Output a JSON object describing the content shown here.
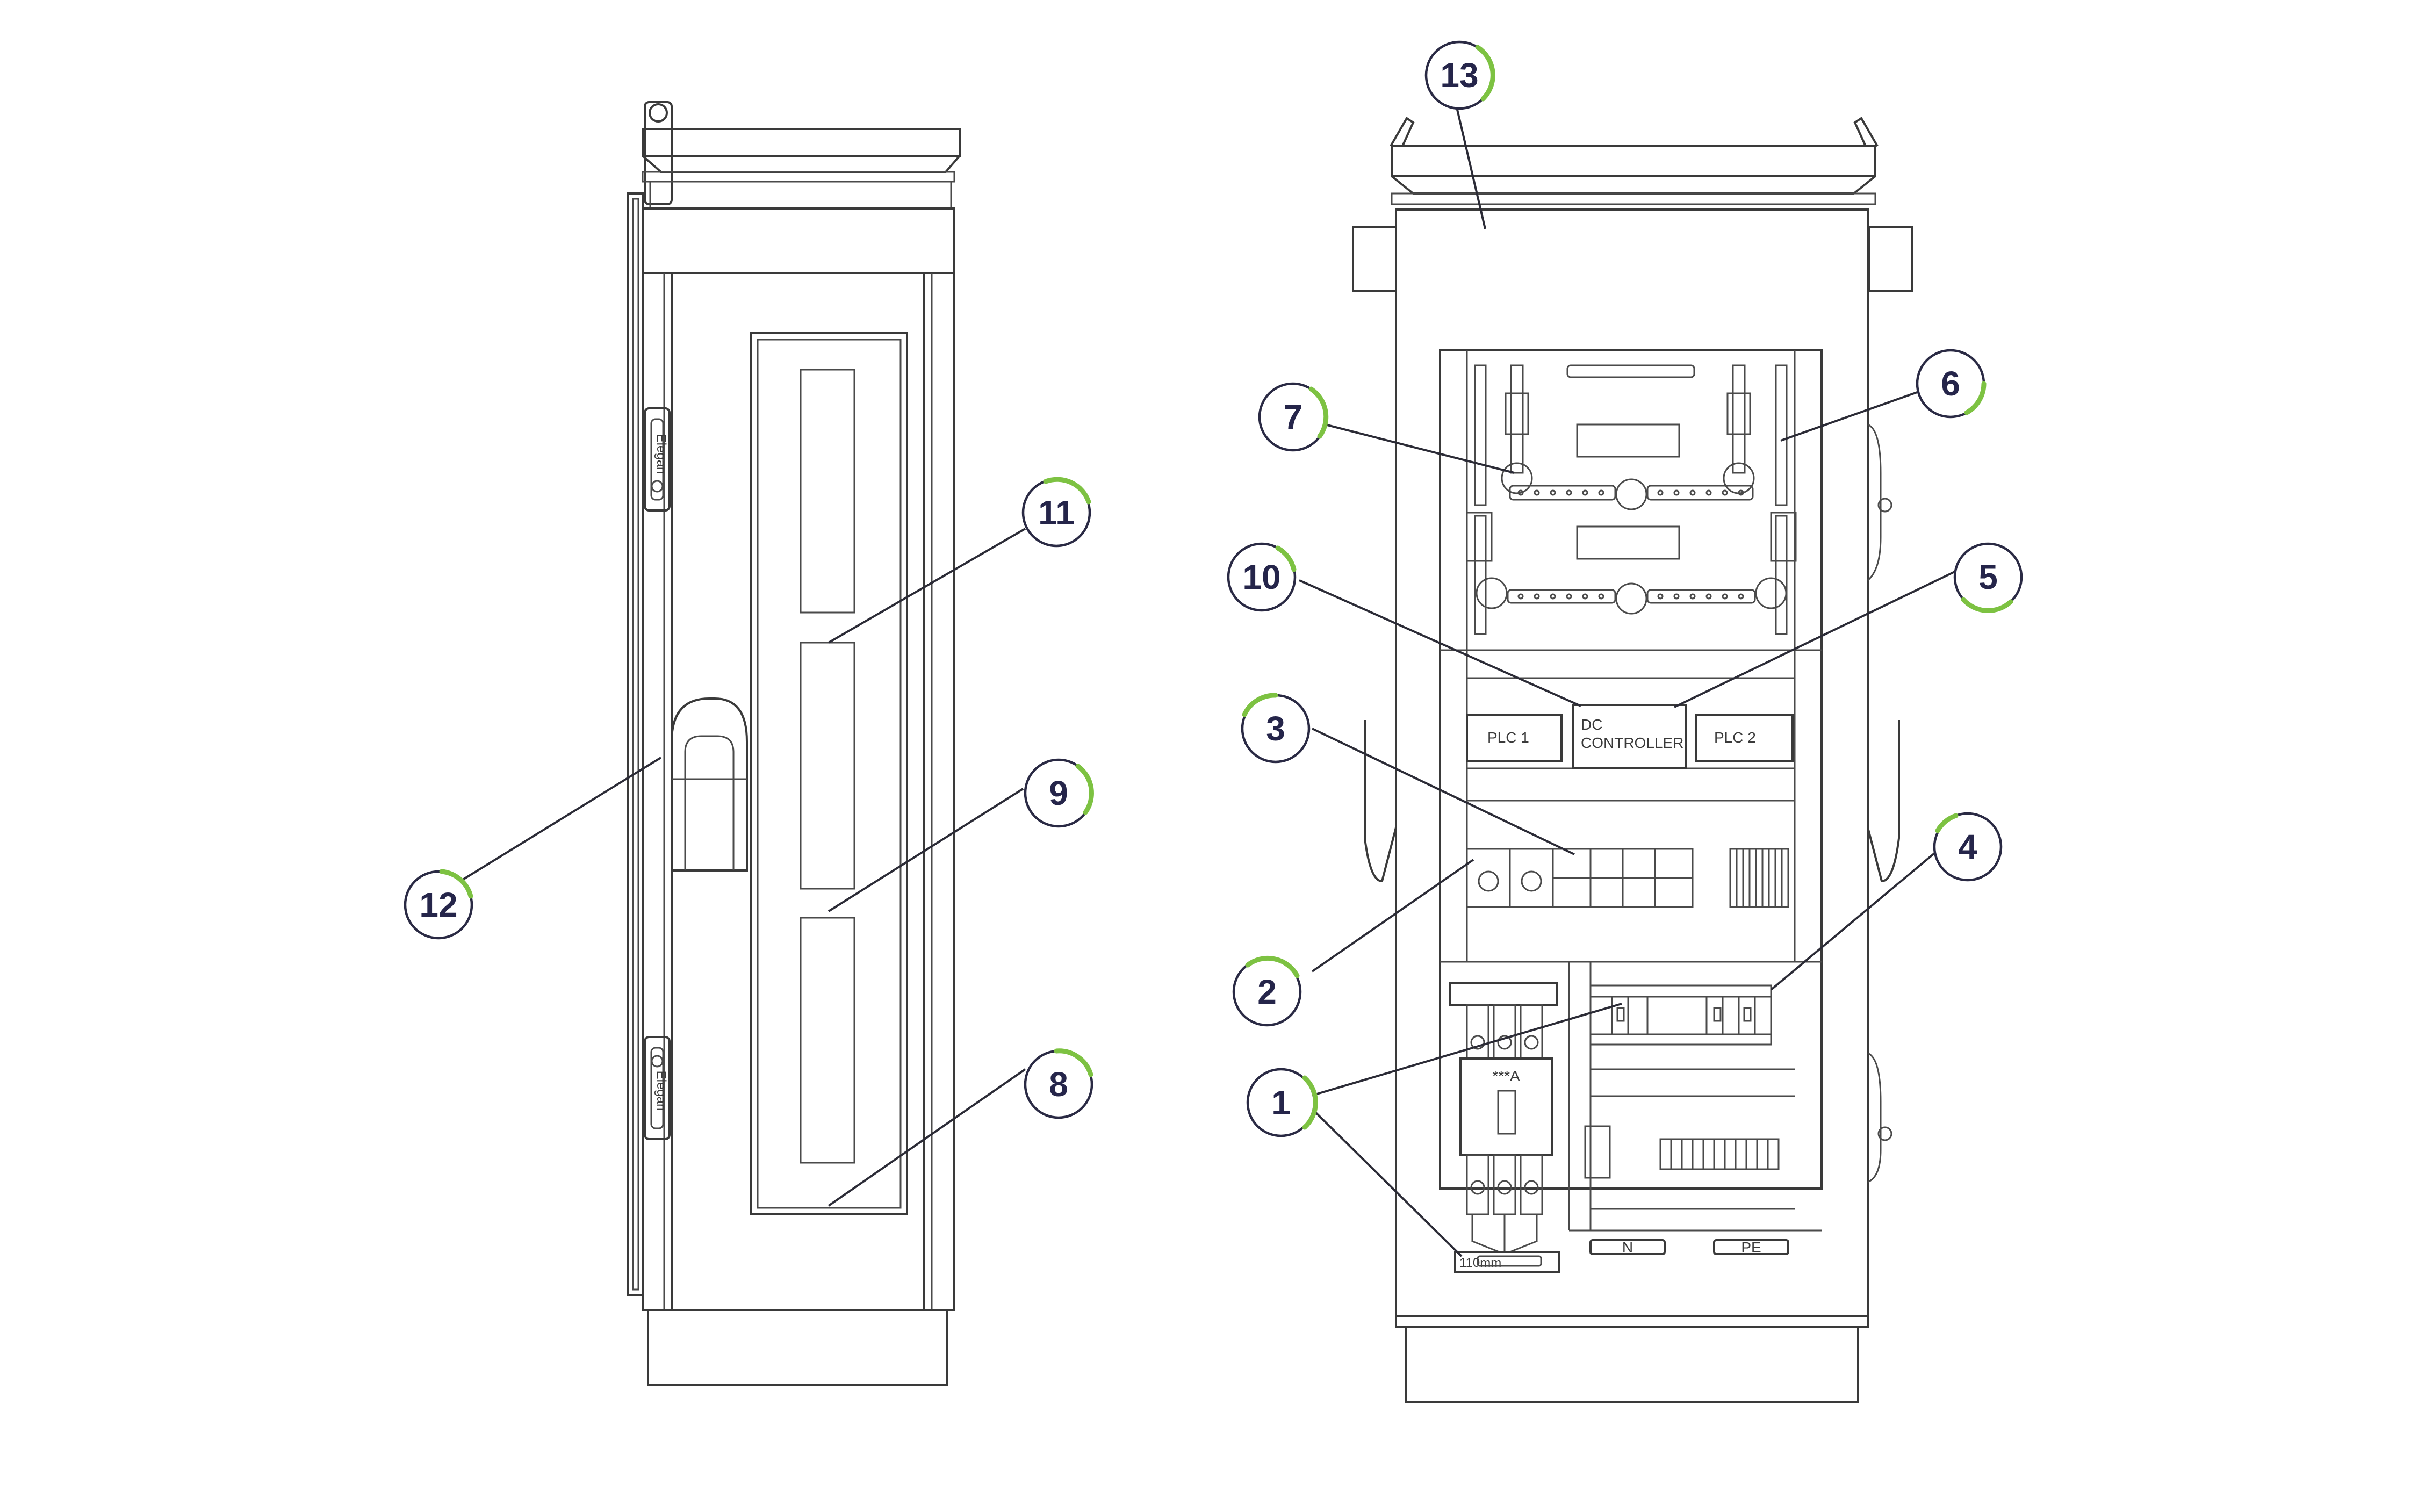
{
  "colors": {
    "accent": "#7dc242",
    "callout_text": "#25254a",
    "line": "#3a3a3a"
  },
  "labels": {
    "plc1": "PLC 1",
    "plc2": "PLC 2",
    "dc_line1": "DC",
    "dc_line2": "CONTROLLER",
    "breaker_rating": "***A",
    "busbar_size": "110mm",
    "neutral": "N",
    "earth": "PE",
    "hinge_brand": "Elegan"
  },
  "callouts": [
    "1",
    "2",
    "3",
    "4",
    "5",
    "6",
    "7",
    "8",
    "9",
    "10",
    "11",
    "12",
    "13"
  ]
}
